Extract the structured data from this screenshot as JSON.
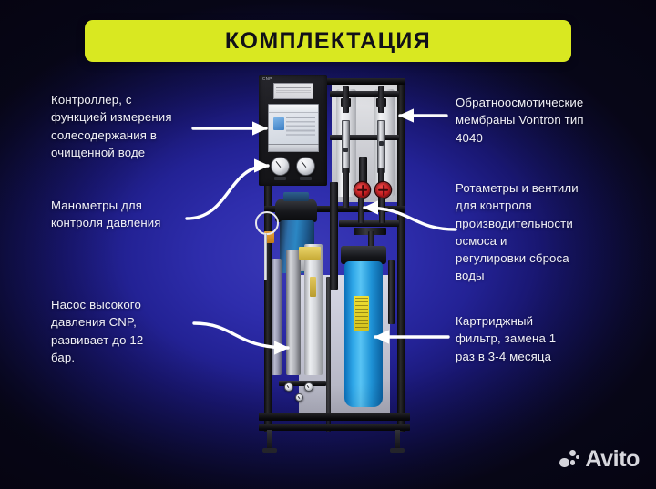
{
  "header": {
    "title": "КОМПЛЕКТАЦИЯ"
  },
  "colors": {
    "banner_bg": "#d9e821",
    "banner_text": "#111018",
    "background_center": "#2e2dac",
    "background_edge": "#0b0a2c",
    "callout_text": "#f2f2f8",
    "arrow": "#ffffff",
    "filter_blue": "#2ea6e8",
    "valve_red": "#c61f22",
    "filter_label_yellow": "#f0e033"
  },
  "callouts": {
    "left": [
      {
        "id": "controller",
        "text": "Контроллер, с\nфункцией измерения\nсолесодержания в\nочищенной воде"
      },
      {
        "id": "manometers",
        "text": "Манометры для\nконтроля давления"
      },
      {
        "id": "pump",
        "text": "Насос высокого\nдавления CNP,\nразвивает до 12\nбар."
      }
    ],
    "right": [
      {
        "id": "membranes",
        "text": "Обратноосмотические\nмембраны Vontron тип\n4040"
      },
      {
        "id": "rotameters",
        "text": "Ротаметры и вентили\nдля контроля\nпроизводительности\nосмоса и\nрегулировки сброса\nводы"
      },
      {
        "id": "cartridge",
        "text": "Картриджный\nфильтр, замена 1\nраз в 3-4 месяца"
      }
    ]
  },
  "photo": {
    "alt": "Промышленная установка обратного осмоса на чёрной раме",
    "cabinet_logo": "CNP"
  },
  "watermark": {
    "brand": "Avito"
  }
}
